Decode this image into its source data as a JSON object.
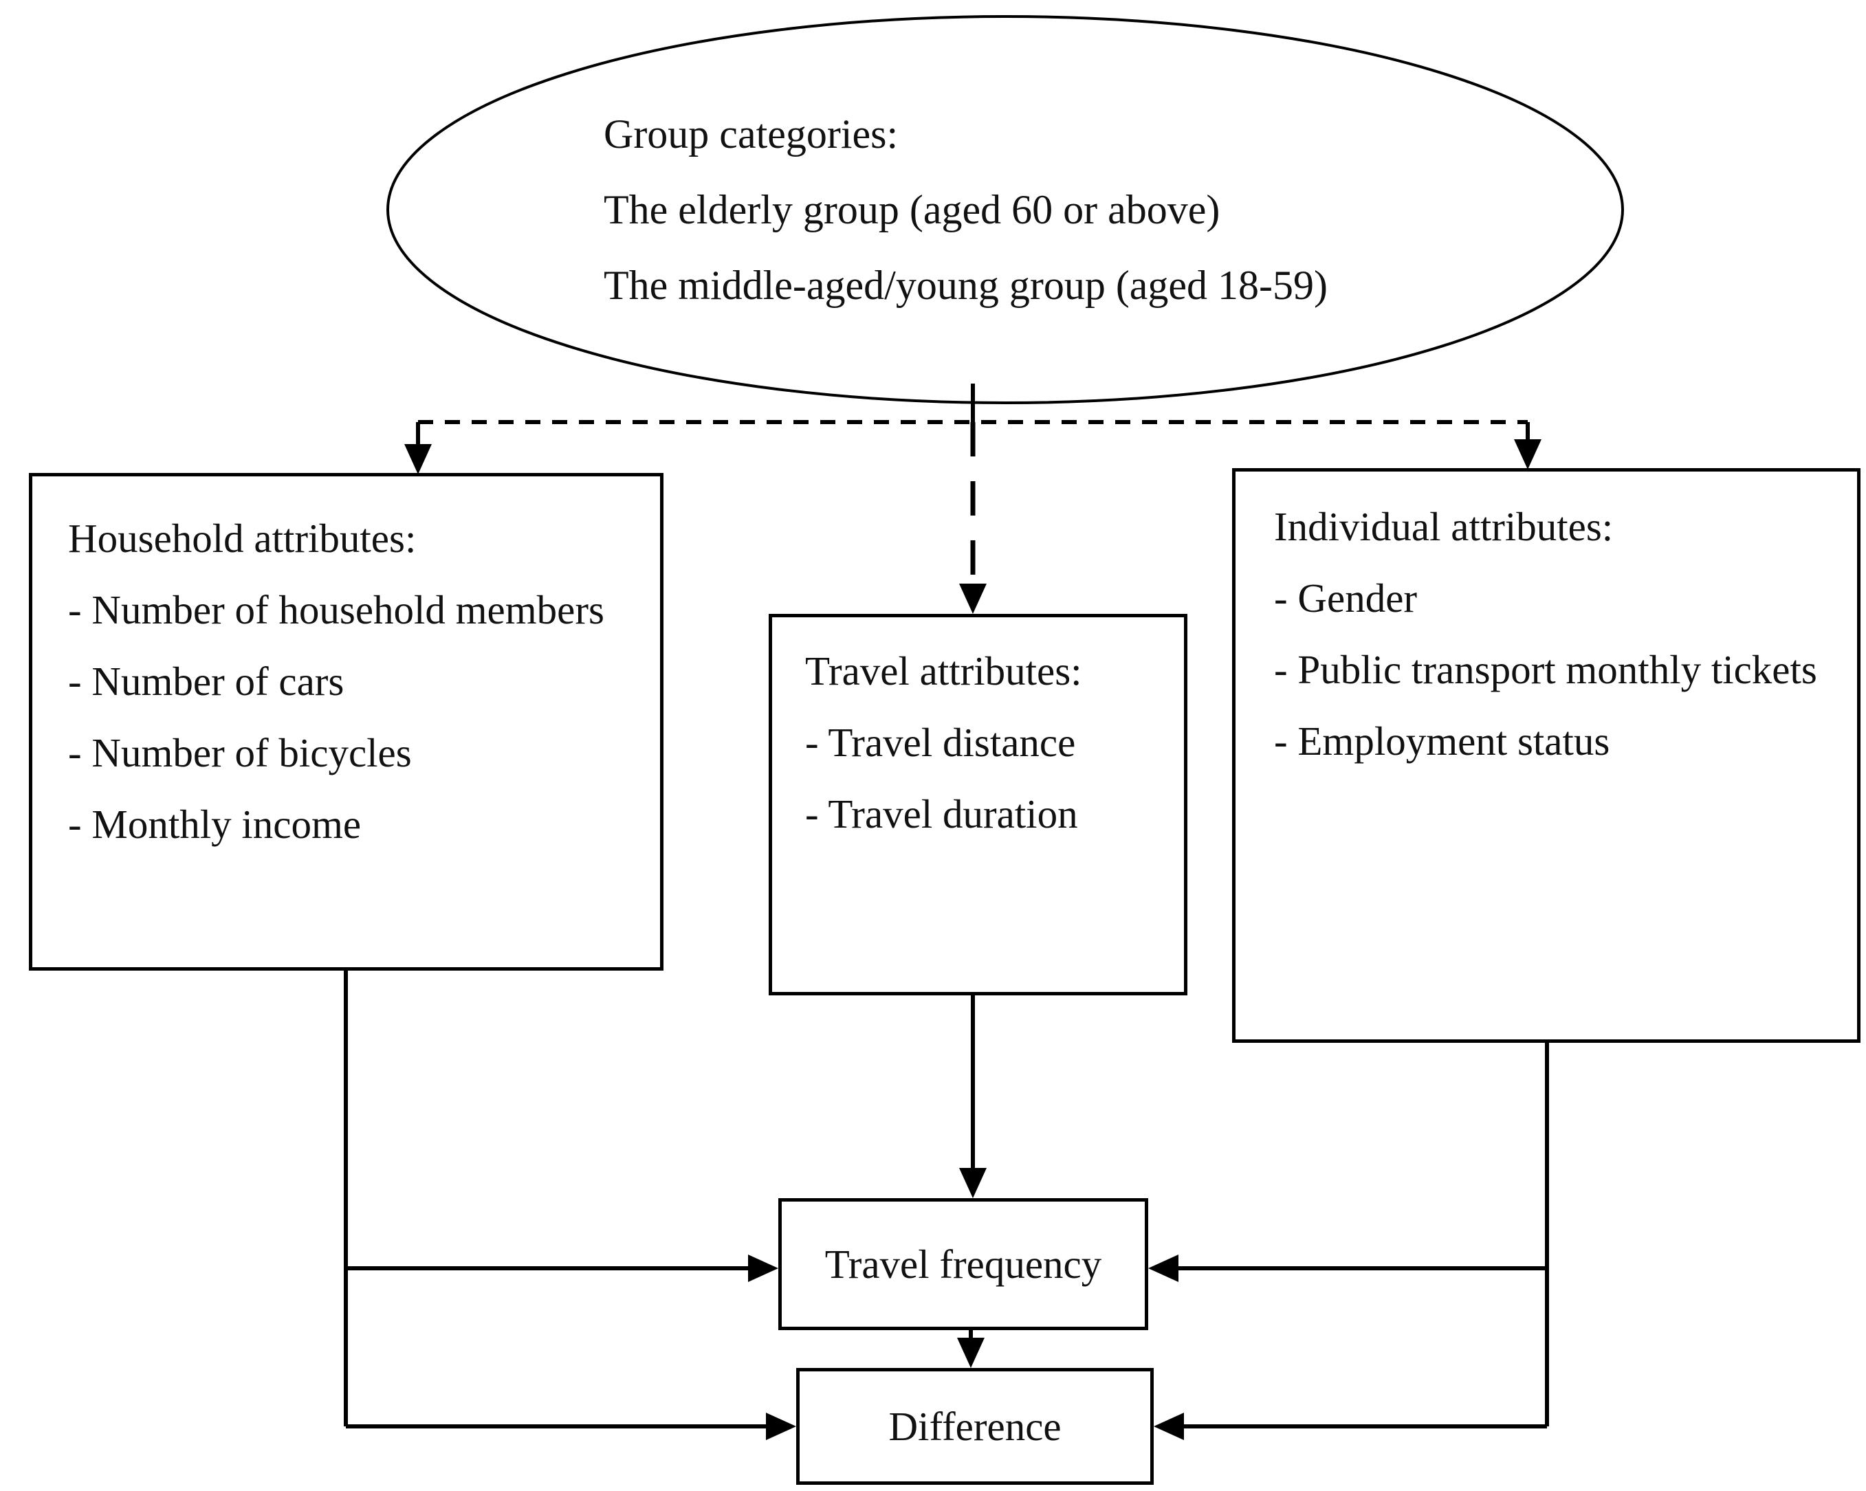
{
  "ellipse": {
    "lines": [
      "Group categories:",
      "The elderly group (aged 60 or above)",
      "The middle-aged/young group (aged 18-59)"
    ]
  },
  "household": {
    "title": "Household attributes:",
    "items": [
      "- Number of household members",
      "- Number of cars",
      "- Number of bicycles",
      "- Monthly income"
    ]
  },
  "travel": {
    "title": "Travel attributes:",
    "items": [
      "- Travel distance",
      "- Travel duration"
    ]
  },
  "individual": {
    "title": "Individual attributes:",
    "items": [
      "- Gender",
      "- Public transport monthly tickets",
      "- Employment status"
    ]
  },
  "travel_frequency": {
    "label": "Travel frequency"
  },
  "difference": {
    "label": "Difference"
  },
  "colors": {
    "stroke": "#000000",
    "background": "#ffffff",
    "text": "#111111"
  }
}
